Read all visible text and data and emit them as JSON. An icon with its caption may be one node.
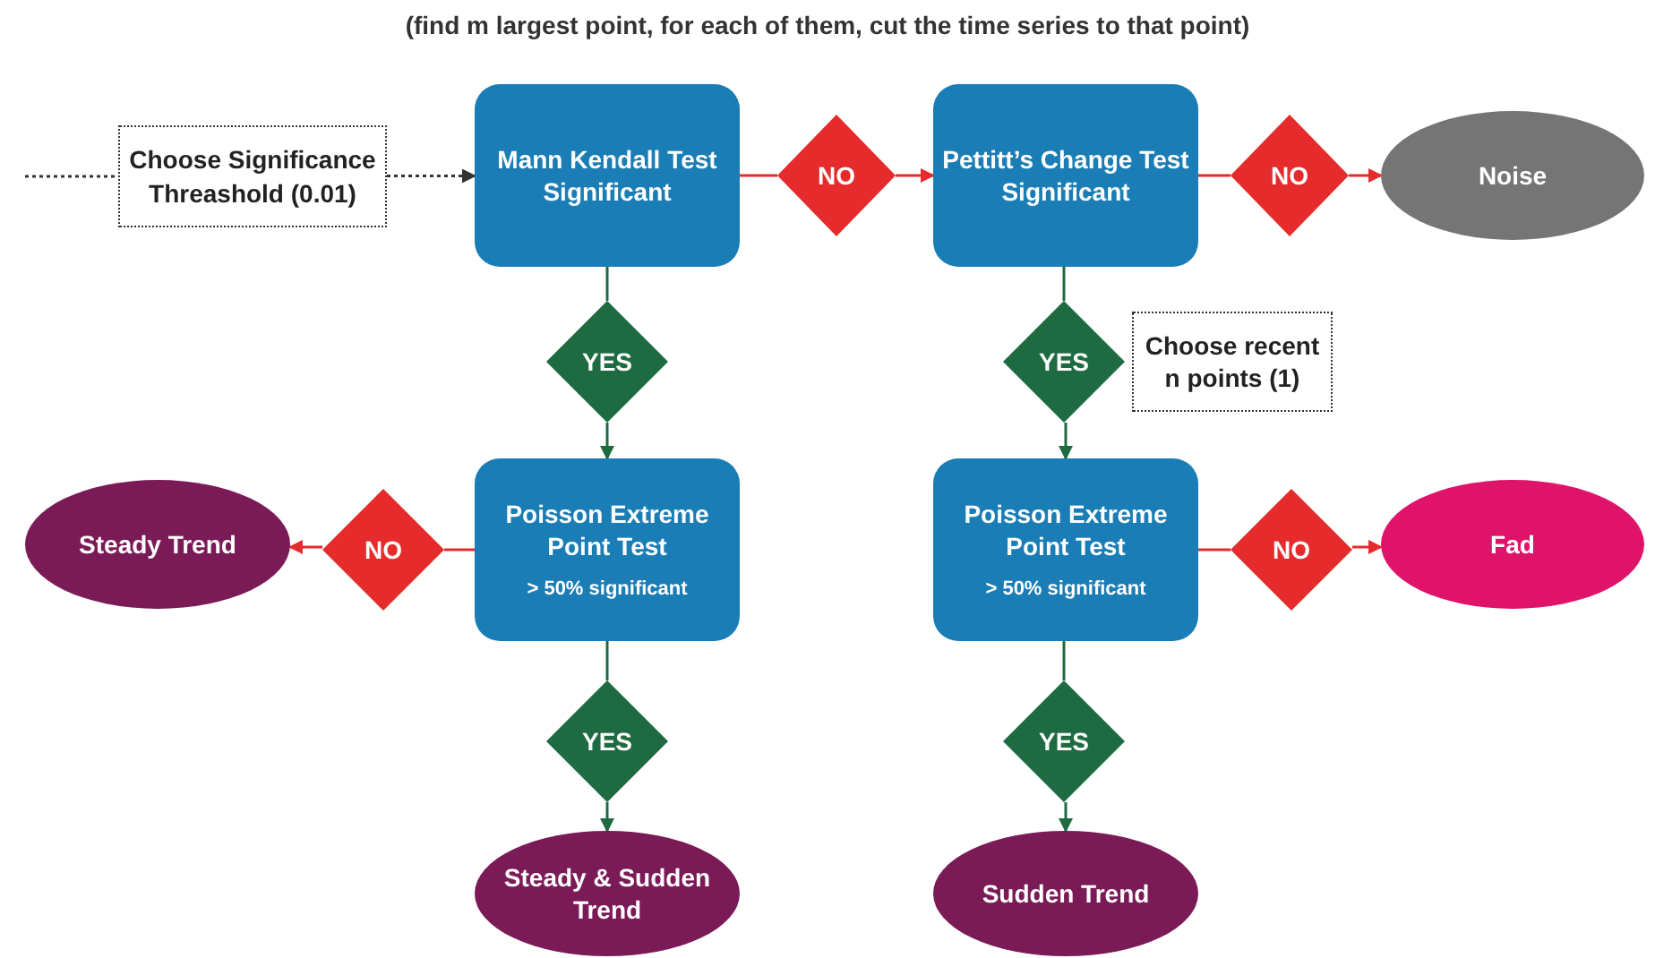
{
  "diagram": {
    "title": "(find m largest point, for each of them, cut the time series to that point)",
    "nodes": [
      {
        "text": [
          "Choose Significance Threashold (0.01)"
        ]
      },
      {
        "text": [
          "Mann Kendall Test Significant"
        ]
      },
      {
        "text": [
          "NO"
        ]
      },
      {
        "text": [
          "Pettitt’s Change Test Significant"
        ]
      },
      {
        "text": [
          "NO"
        ]
      },
      {
        "text": [
          "Noise"
        ]
      },
      {
        "text": [
          "YES"
        ]
      },
      {
        "text": [
          "YES"
        ]
      },
      {
        "text": [
          "Choose recent n points (1)"
        ]
      },
      {
        "text": [
          "Poisson Extreme Point Test",
          "> 50% significant"
        ]
      },
      {
        "text": [
          "Poisson Extreme Point Test",
          "> 50% significant"
        ]
      },
      {
        "text": [
          "NO"
        ]
      },
      {
        "text": [
          "Steady Trend"
        ]
      },
      {
        "text": [
          "NO"
        ]
      },
      {
        "text": [
          "Fad"
        ]
      },
      {
        "text": [
          "YES"
        ]
      },
      {
        "text": [
          "YES"
        ]
      },
      {
        "text": [
          "Steady & Sudden Trend"
        ]
      },
      {
        "text": [
          "Sudden Trend"
        ]
      }
    ],
    "edges": [
      {
        "from": null,
        "to": 0,
        "arrow": "none",
        "style": "dashed",
        "color": "#333333"
      },
      {
        "from": 0,
        "to": 1,
        "arrow": "to",
        "style": "dashed",
        "color": "#333333"
      },
      {
        "from": 1,
        "to": 2,
        "arrow": "none",
        "color": "#e52b2b"
      },
      {
        "from": 2,
        "to": 3,
        "arrow": "to",
        "color": "#e52b2b"
      },
      {
        "from": 3,
        "to": 4,
        "arrow": "none",
        "color": "#e52b2b"
      },
      {
        "from": 4,
        "to": 5,
        "arrow": "to",
        "color": "#e52b2b"
      },
      {
        "from": 1,
        "to": 6,
        "arrow": "none",
        "color": "#1e6b41"
      },
      {
        "from": 6,
        "to": 9,
        "arrow": "to",
        "color": "#1e6b41"
      },
      {
        "from": 3,
        "to": 7,
        "arrow": "none",
        "color": "#1e6b41"
      },
      {
        "from": 7,
        "to": 10,
        "arrow": "to",
        "color": "#1e6b41"
      },
      {
        "from": 9,
        "to": 11,
        "arrow": "none",
        "color": "#e52b2b"
      },
      {
        "from": 11,
        "to": 12,
        "arrow": "to",
        "color": "#e52b2b"
      },
      {
        "from": 10,
        "to": 13,
        "arrow": "none",
        "color": "#e52b2b"
      },
      {
        "from": 13,
        "to": 14,
        "arrow": "to",
        "color": "#e52b2b"
      },
      {
        "from": 9,
        "to": 15,
        "arrow": "none",
        "color": "#1e6b41"
      },
      {
        "from": 15,
        "to": 17,
        "arrow": "to",
        "color": "#1e6b41"
      },
      {
        "from": 10,
        "to": 16,
        "arrow": "none",
        "color": "#1e6b41"
      },
      {
        "from": 16,
        "to": 18,
        "arrow": "to",
        "color": "#1e6b41"
      }
    ]
  }
}
